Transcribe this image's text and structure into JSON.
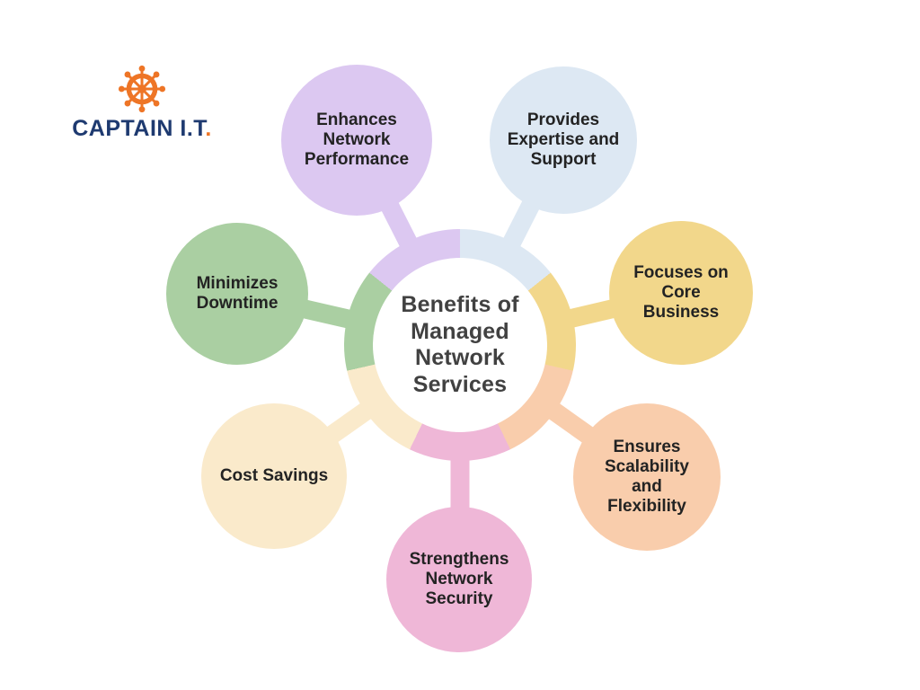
{
  "logo": {
    "brand_text": "CAPTAIN I.T",
    "brand_dot": ".",
    "icon": "ships-wheel",
    "icon_color": "#EE7526",
    "text_color": "#1E3A70",
    "dot_color": "#EE7526"
  },
  "center": {
    "title": "Benefits of\nManaged\nNetwork\nServices",
    "fill": "#FFFFFF",
    "text_color": "#414141"
  },
  "nodes": [
    {
      "id": "provides-expertise-and-support",
      "label": "Provides\nExpertise and\nSupport",
      "color": "#DDE8F3",
      "position": "top-right"
    },
    {
      "id": "focuses-on-core-business",
      "label": "Focuses on\nCore\nBusiness",
      "color": "#F2D78B",
      "position": "right"
    },
    {
      "id": "ensures-scalability-and-flexibility",
      "label": "Ensures\nScalability\nand\nFlexibility",
      "color": "#F9CDAC",
      "position": "bottom-right"
    },
    {
      "id": "strengthens-network-security",
      "label": "Strengthens\nNetwork\nSecurity",
      "color": "#EFB7D7",
      "position": "bottom"
    },
    {
      "id": "cost-savings",
      "label": "Cost Savings",
      "color": "#FAEACB",
      "position": "bottom-left"
    },
    {
      "id": "minimizes-downtime",
      "label": "Minimizes\nDowntime",
      "color": "#AACFA2",
      "position": "left"
    },
    {
      "id": "enhances-network-performance",
      "label": "Enhances\nNetwork\nPerformance",
      "color": "#DCC8F1",
      "position": "top-left"
    }
  ],
  "ring": {
    "order": [
      0,
      1,
      2,
      3,
      4,
      5,
      6
    ],
    "start_angle_deg": 0,
    "label_text_color": "#232323"
  }
}
